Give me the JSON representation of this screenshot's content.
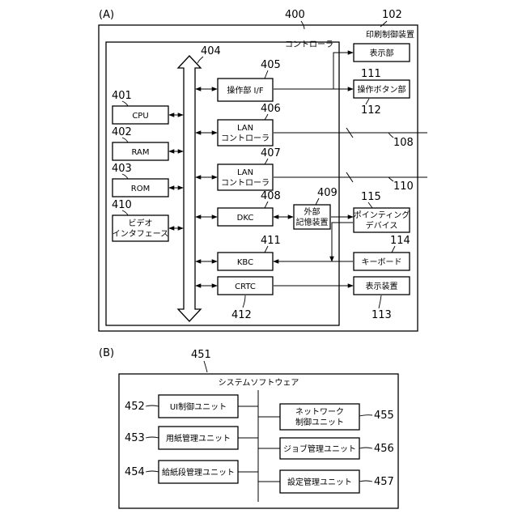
{
  "section_a": {
    "label": "(A)",
    "outer_ref": "102",
    "outer_title": "印刷制御装置",
    "controller_ref": "400",
    "controller_title": "コントローラ",
    "bus_ref": "404",
    "blocks": {
      "cpu": {
        "ref": "401",
        "lines": [
          "CPU"
        ]
      },
      "ram": {
        "ref": "402",
        "lines": [
          "RAM"
        ]
      },
      "rom": {
        "ref": "403",
        "lines": [
          "ROM"
        ]
      },
      "video": {
        "ref": "410",
        "lines": [
          "ビデオ",
          "インタフェース"
        ]
      },
      "op_if": {
        "ref": "405",
        "lines": [
          "操作部 I/F"
        ]
      },
      "lan1": {
        "ref": "406",
        "lines": [
          "LAN",
          "コントローラ"
        ]
      },
      "lan2": {
        "ref": "407",
        "lines": [
          "LAN",
          "コントローラ"
        ]
      },
      "dkc": {
        "ref": "408",
        "lines": [
          "DKC"
        ]
      },
      "ext_storage": {
        "ref": "409",
        "lines": [
          "外部",
          "記憶装置"
        ]
      },
      "kbc": {
        "ref": "411",
        "lines": [
          "KBC"
        ]
      },
      "crtc": {
        "ref": "412",
        "lines": [
          "CRTC"
        ]
      },
      "display_unit": {
        "ref": "111",
        "lines": [
          "表示部"
        ]
      },
      "op_buttons": {
        "ref": "112",
        "lines": [
          "操作ボタン部"
        ]
      },
      "pointing": {
        "ref": "115",
        "lines": [
          "ポインティング",
          "デバイス"
        ]
      },
      "keyboard": {
        "ref": "114",
        "lines": [
          "キーボード"
        ]
      },
      "display_dev": {
        "ref": "113",
        "lines": [
          "表示装置"
        ]
      }
    },
    "network_refs": {
      "net1": "108",
      "net2": "110"
    }
  },
  "section_b": {
    "label": "(B)",
    "ref": "451",
    "title": "システムソフトウェア",
    "units": {
      "ui": {
        "ref": "452",
        "lines": [
          "UI制御ユニット"
        ]
      },
      "paper": {
        "ref": "453",
        "lines": [
          "用紙管理ユニット"
        ]
      },
      "tray": {
        "ref": "454",
        "lines": [
          "給紙段管理ユニット"
        ]
      },
      "network": {
        "ref": "455",
        "lines": [
          "ネットワーク",
          "制御ユニット"
        ]
      },
      "job": {
        "ref": "456",
        "lines": [
          "ジョブ管理ユニット"
        ]
      },
      "settings": {
        "ref": "457",
        "lines": [
          "設定管理ユニット"
        ]
      }
    }
  }
}
